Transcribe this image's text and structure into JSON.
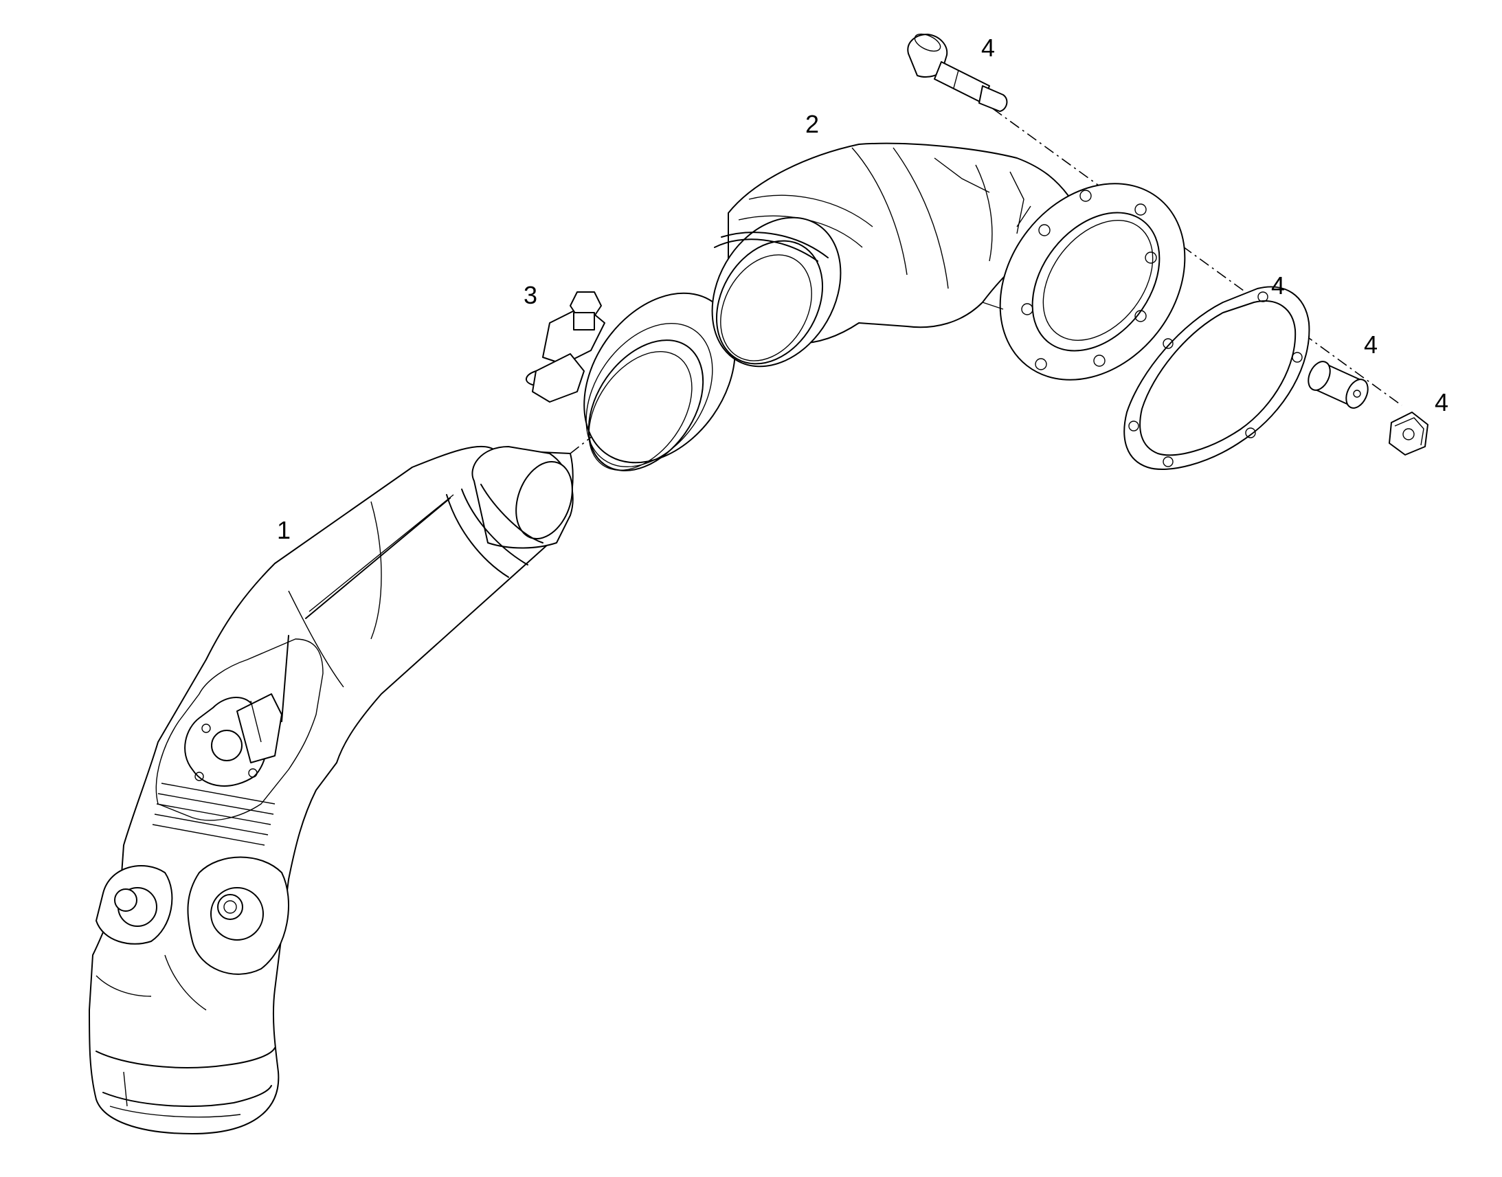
{
  "callouts": {
    "part1": "1",
    "part2": "2",
    "part3": "3",
    "part4_bolt": "4",
    "part4_gasket": "4",
    "part4_spacer": "4",
    "part4_nut": "4"
  }
}
